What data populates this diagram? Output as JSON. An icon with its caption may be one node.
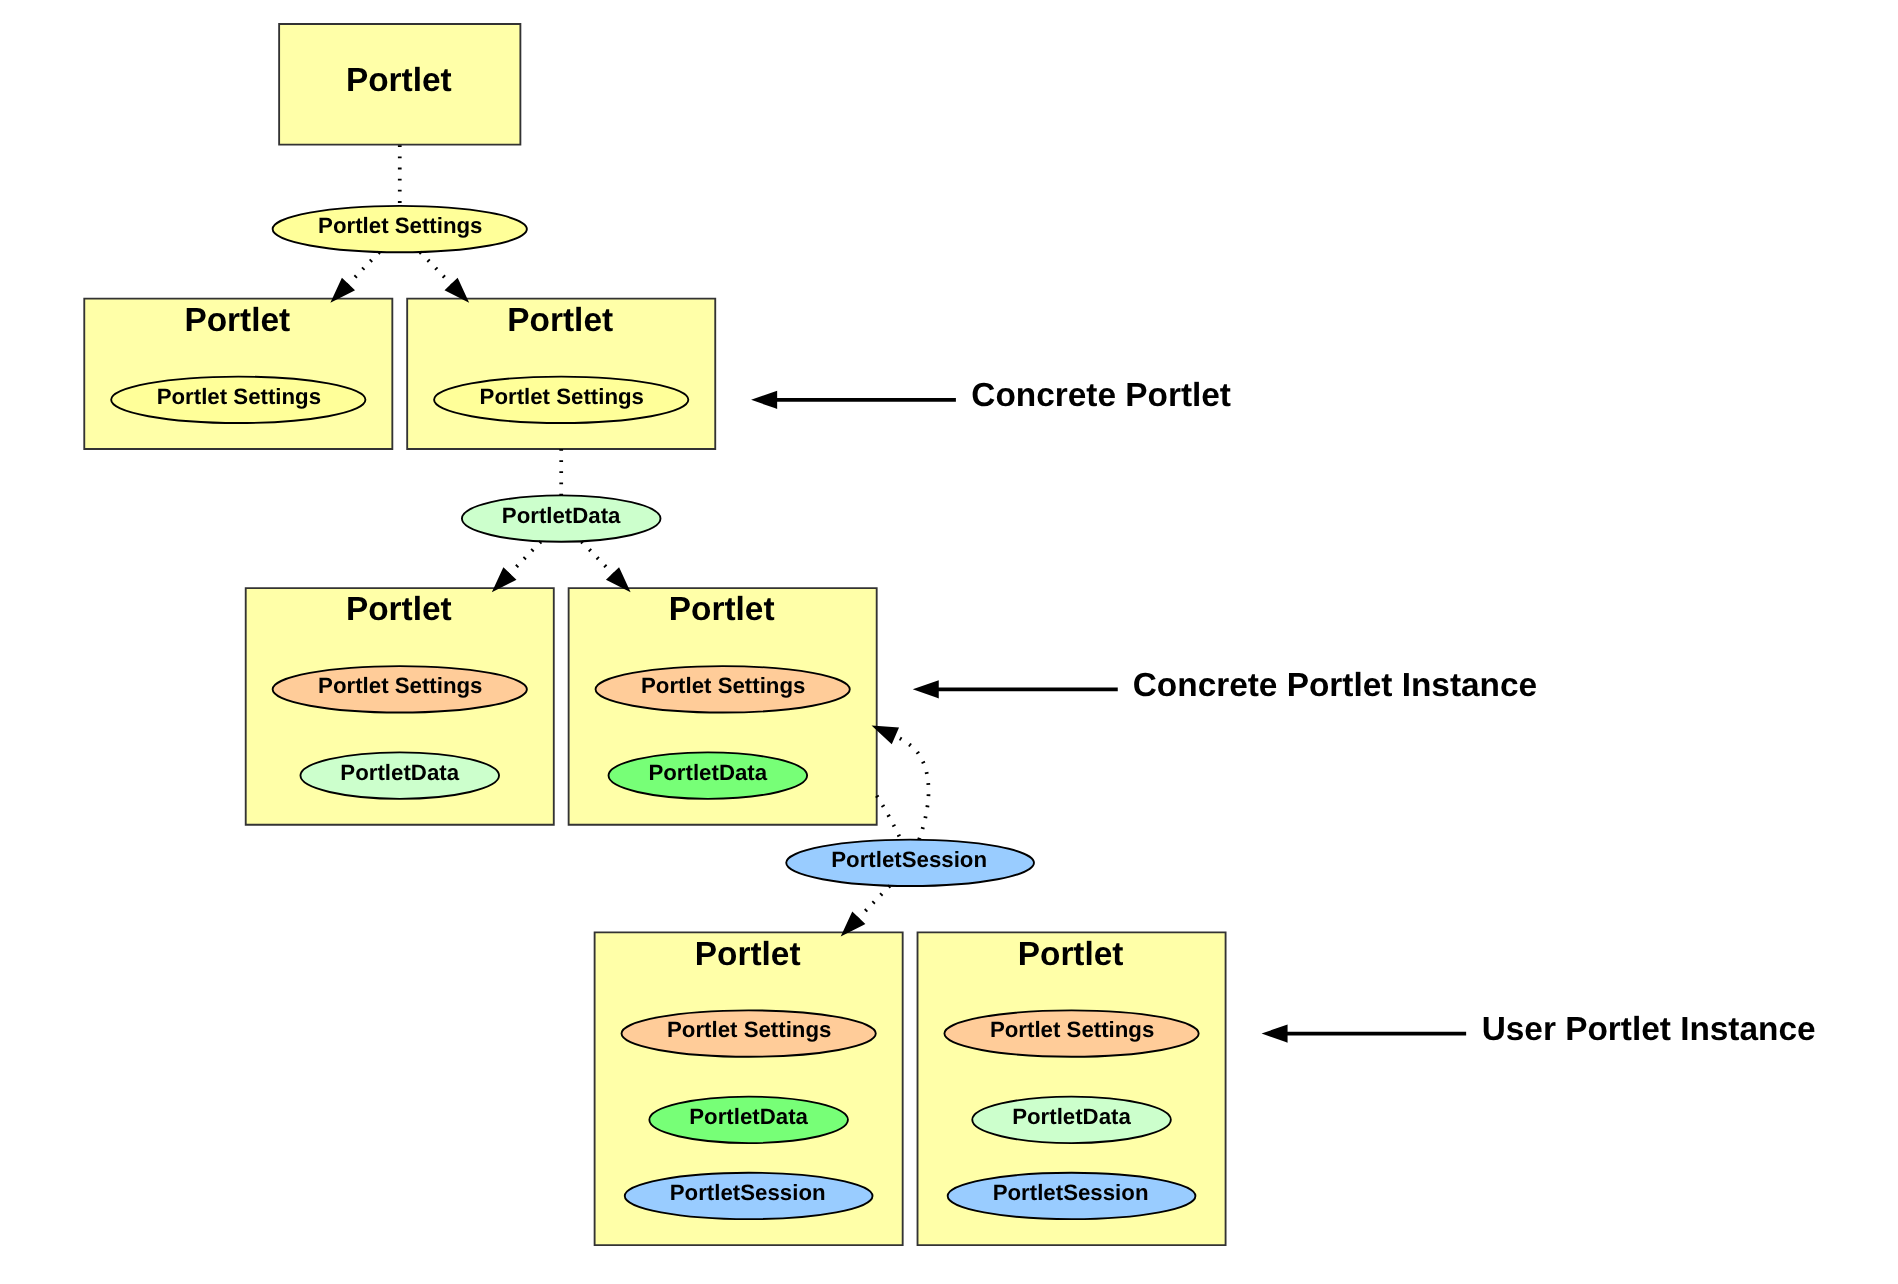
{
  "diagram": {
    "nodes": [
      {
        "text": [
          "Portlet"
        ]
      },
      {
        "text": [
          "Portlet Settings"
        ]
      },
      {
        "text": [
          "Portlet"
        ]
      },
      {
        "text": [
          "Portlet Settings"
        ],
        "in": 2
      },
      {
        "text": [
          "Portlet"
        ]
      },
      {
        "text": [
          "Portlet Settings"
        ],
        "in": 4
      },
      {
        "text": [
          "PortletData"
        ]
      },
      {
        "text": [
          "Portlet"
        ]
      },
      {
        "text": [
          "Portlet Settings"
        ],
        "in": 7
      },
      {
        "text": [
          "PortletData"
        ],
        "in": 7
      },
      {
        "text": [
          "Portlet"
        ]
      },
      {
        "text": [
          "Portlet Settings"
        ],
        "in": 10
      },
      {
        "text": [
          "PortletData"
        ],
        "in": 10
      },
      {
        "text": [
          "PortletSession"
        ]
      },
      {
        "text": [
          "Portlet"
        ]
      },
      {
        "text": [
          "Portlet Settings"
        ],
        "in": 14
      },
      {
        "text": [
          "PortletData"
        ],
        "in": 14
      },
      {
        "text": [
          "PortletSession"
        ],
        "in": 14
      },
      {
        "text": [
          "Portlet"
        ]
      },
      {
        "text": [
          "Portlet Settings"
        ],
        "in": 18
      },
      {
        "text": [
          "PortletData"
        ],
        "in": 18
      },
      {
        "text": [
          "PortletSession"
        ],
        "in": 18
      },
      {
        "text": [
          "Concrete Portlet"
        ]
      },
      {
        "text": [
          "Concrete Portlet Instance"
        ]
      },
      {
        "text": [
          "User Portlet Instance"
        ]
      }
    ],
    "edges": [
      {
        "from": 0,
        "to": 1,
        "arrow": "none",
        "style": "dashed"
      },
      {
        "from": 1,
        "to": 2,
        "arrow": "to",
        "style": "dashed"
      },
      {
        "from": 1,
        "to": 4,
        "arrow": "to",
        "style": "dashed"
      },
      {
        "from": 4,
        "to": 6,
        "arrow": "none",
        "style": "dashed"
      },
      {
        "from": 6,
        "to": 7,
        "arrow": "to",
        "style": "dashed"
      },
      {
        "from": 6,
        "to": 10,
        "arrow": "to",
        "style": "dashed"
      },
      {
        "from": 10,
        "to": 13,
        "arrow": "none",
        "style": "dashed"
      },
      {
        "from": 13,
        "to": 14,
        "arrow": "to",
        "style": "dashed"
      },
      {
        "from": 13,
        "to": 10,
        "arrow": "to",
        "style": "dashed"
      },
      {
        "from": 22,
        "to": null,
        "arrow": "to"
      },
      {
        "from": 23,
        "to": null,
        "arrow": "to"
      },
      {
        "from": 24,
        "to": null,
        "arrow": "to"
      }
    ]
  }
}
